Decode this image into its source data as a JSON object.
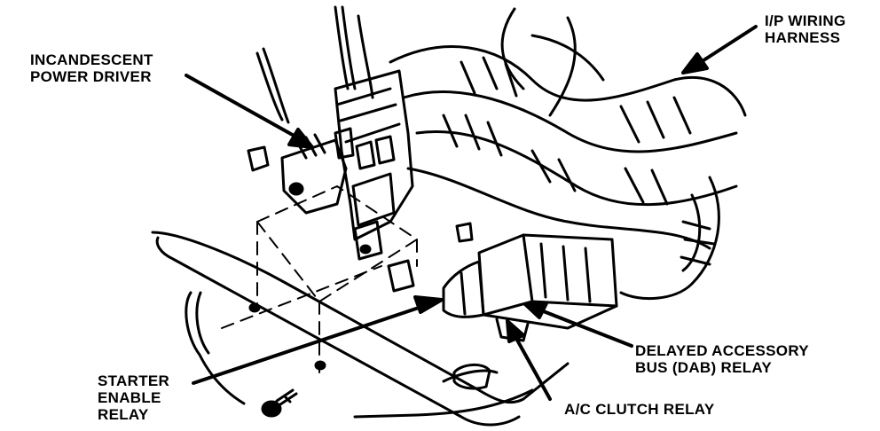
{
  "diagram": {
    "labels": {
      "incandescent_power_driver": [
        "INCANDESCENT",
        "POWER DRIVER"
      ],
      "ip_wiring_harness": [
        "I/P WIRING",
        "HARNESS"
      ],
      "delayed_accessory_bus_relay": [
        "DELAYED ACCESSORY",
        "BUS (DAB) RELAY"
      ],
      "starter_enable_relay": [
        "STARTER",
        "ENABLE",
        "RELAY"
      ],
      "ac_clutch_relay": [
        "A/C CLUTCH RELAY"
      ]
    },
    "colors": {
      "ink": "#000000",
      "paper": "#ffffff"
    }
  }
}
